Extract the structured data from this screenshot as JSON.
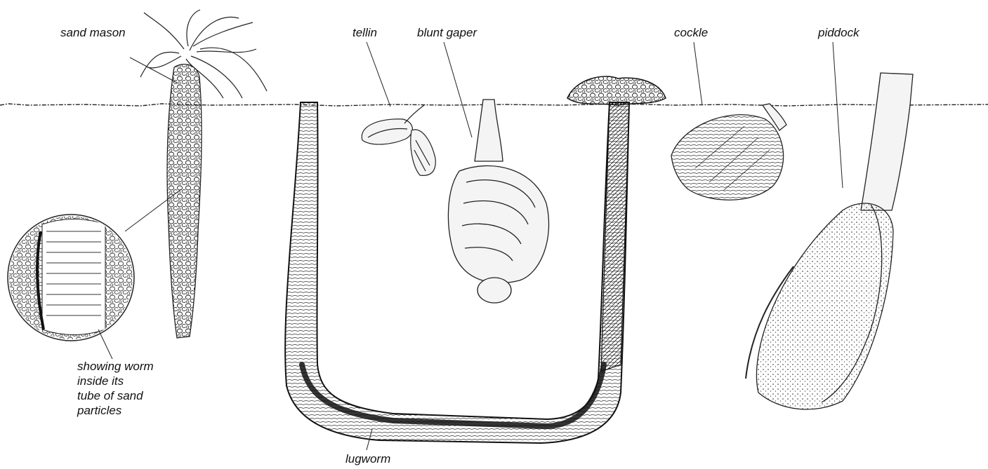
{
  "labels": {
    "sand_mason": "sand mason",
    "tellin": "tellin",
    "blunt_gaper": "blunt gaper",
    "cockle": "cockle",
    "piddock": "piddock",
    "lugworm": "lugworm",
    "worm_note": [
      "showing worm",
      "inside its",
      "tube of sand",
      "particles"
    ]
  },
  "colors": {
    "ink": "#111111",
    "background": "#ffffff",
    "shell_fill": "#f4f4f4"
  }
}
